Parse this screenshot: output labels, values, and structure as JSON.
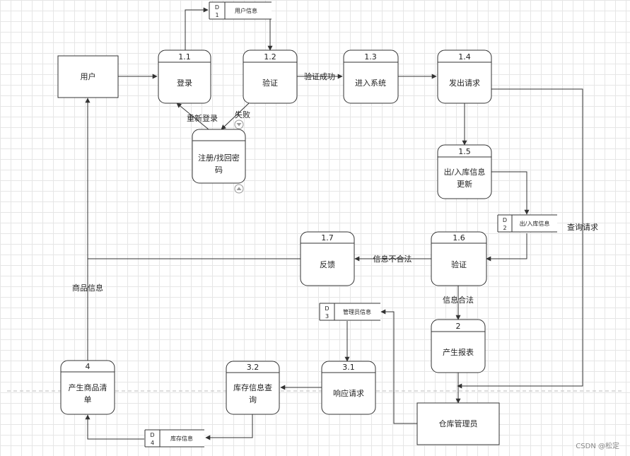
{
  "entities": {
    "user": "用户",
    "warehouse_manager": "仓库管理员"
  },
  "processes": {
    "p1_1": {
      "num": "1.1",
      "label": "登录"
    },
    "p1_2": {
      "num": "1.2",
      "label": "验证"
    },
    "p1_3": {
      "num": "1.3",
      "label": "进入系统"
    },
    "p1_4": {
      "num": "1.4",
      "label": "发出请求"
    },
    "p1_5": {
      "num": "1.5",
      "label_1": "出/入库信息",
      "label_2": "更新"
    },
    "p1_6": {
      "num": "1.6",
      "label": "验证"
    },
    "p1_7": {
      "num": "1.7",
      "label": "反馈"
    },
    "p2": {
      "num": "2",
      "label": "产生报表"
    },
    "p3_1": {
      "num": "3.1",
      "label": "响应请求"
    },
    "p3_2": {
      "num": "3.2",
      "label_1": "库存信息查",
      "label_2": "询"
    },
    "p4": {
      "num": "4",
      "label_1": "产生商品清",
      "label_2": "单"
    },
    "register": {
      "label_1": "注册/找回密",
      "label_2": "码"
    }
  },
  "stores": {
    "d1": {
      "letter": "D",
      "index": "1",
      "label": "用户信息"
    },
    "d2": {
      "letter": "D",
      "index": "2",
      "label": "出/入库信息"
    },
    "d3": {
      "letter": "D",
      "index": "3",
      "label": "管理员信息"
    },
    "d4": {
      "letter": "D",
      "index": "4",
      "label": "库存信息"
    }
  },
  "edge_labels": {
    "verify_success": "验证成功",
    "relogin": "重新登录",
    "fail": "失败",
    "query_request": "查询请求",
    "info_invalid": "信息不合法",
    "info_valid": "信息合法",
    "product_info": "商品信息"
  },
  "watermark": "CSDN @松定"
}
